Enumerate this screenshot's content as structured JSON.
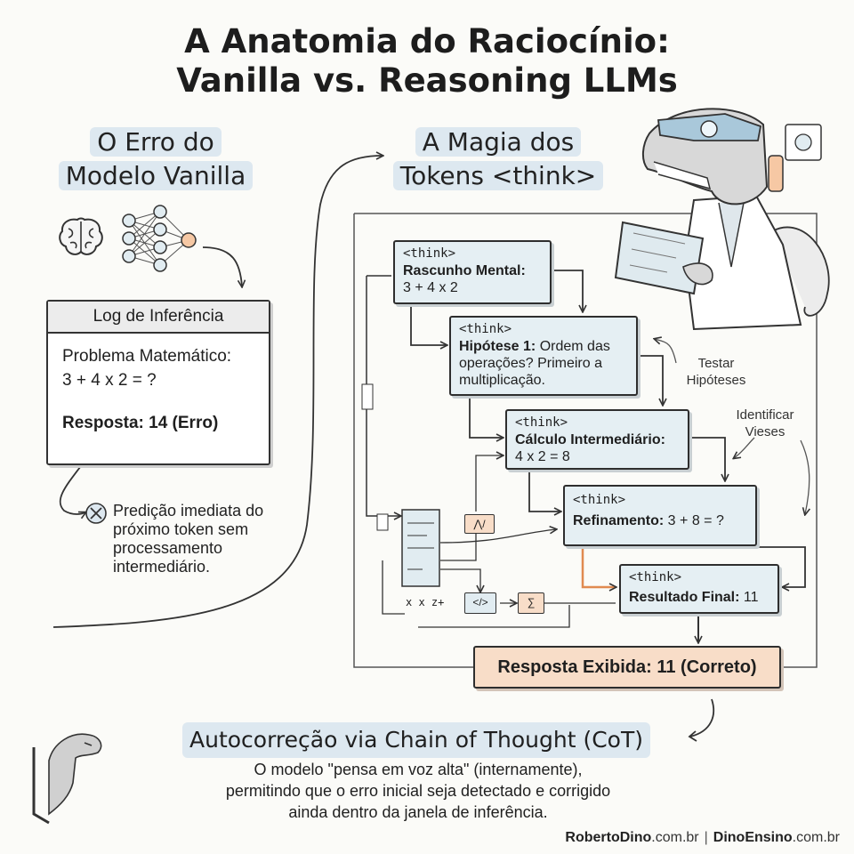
{
  "title": {
    "line1": "A Anatomia do Raciocínio:",
    "line2": "Vanilla vs. Reasoning LLMs"
  },
  "vanilla": {
    "title_line1": "O Erro do",
    "title_line2": "Modelo Vanilla",
    "log": {
      "header": "Log de Inferência",
      "problem_line1": "Problema Matemático:",
      "problem_line2": "3 + 4 x 2 = ?",
      "answer": "Resposta: 14 (Erro)"
    },
    "note": {
      "line1": "Predição imediata do",
      "line2": "próximo token sem",
      "line3": "processamento",
      "line4": "intermediário."
    }
  },
  "think": {
    "title_line1": "A Magia dos",
    "title_line2": "Tokens <think>",
    "steps": [
      {
        "tag": "<think>",
        "bold": "Rascunho Mental:",
        "text_line1": "3 + 4 x 2",
        "text_line2": ""
      },
      {
        "tag": "<think>",
        "bold": "Hipótese 1:",
        "text_line1": " Ordem das",
        "text_line2": "operações? Primeiro a",
        "text_line3": "multiplicação."
      },
      {
        "tag": "<think>",
        "bold": "Cálculo Intermediário:",
        "text_line1": "4 x 2 = 8"
      },
      {
        "tag": "<think>",
        "bold": "Refinamento:",
        "text_line1": " 3 + 8 = ?"
      },
      {
        "tag": "<think>",
        "bold": "Resultado Final:",
        "text_line1": " 11"
      }
    ],
    "final_answer": "Resposta Exibida: 11 (Correto)",
    "side_labels": {
      "test_line1": "Testar",
      "test_line2": "Hipóteses",
      "bias_line1": "Identificar",
      "bias_line2": "Vieses"
    },
    "mini_glyphs": {
      "vars": "x x z+",
      "code": "</>",
      "sum": "∑",
      "graph": "⋀/"
    }
  },
  "cot": {
    "title": "Autocorreção via Chain of Thought (CoT)",
    "line1": "O modelo \"pensa em voz alta\" (internamente),",
    "line2": "permitindo que o erro inicial seja detectado e corrigido",
    "line3": "ainda dentro da janela de inferência."
  },
  "footer": {
    "site1_bold": "RobertoDino",
    "site1_rest": ".com.br",
    "separator": "|",
    "site2_bold": "DinoEnsino",
    "site2_rest": ".com.br"
  },
  "icons": [
    "brain-icon",
    "neural-network-icon",
    "error-x-icon",
    "dinosaur-scientist-illustration",
    "dinosaur-logo-illustration"
  ]
}
